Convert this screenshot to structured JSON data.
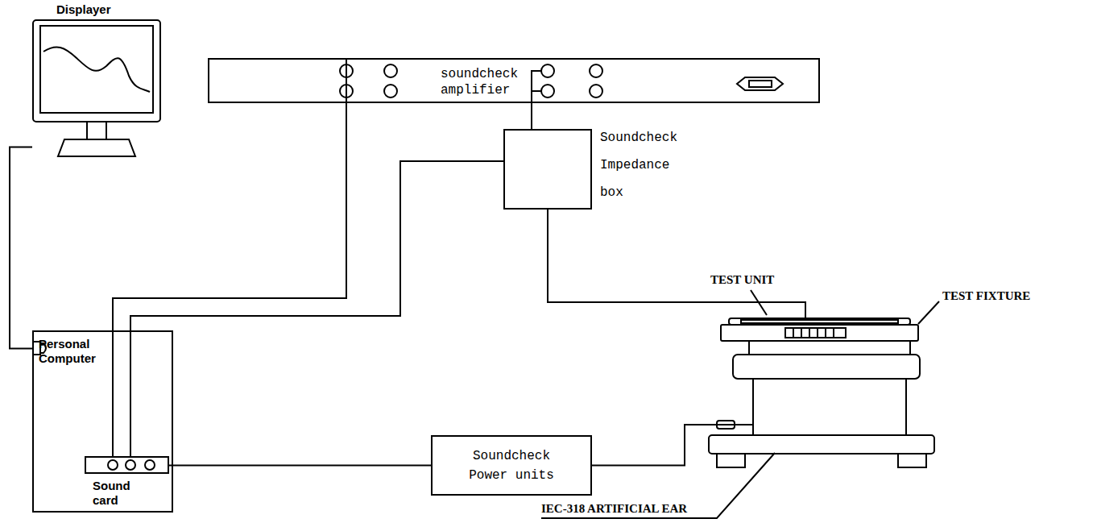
{
  "diagram": {
    "nodes": [
      {
        "text": [
          "Displayer"
        ]
      },
      {
        "text": [
          "soundcheck amplifier"
        ]
      },
      {
        "text": [
          "Soundcheck Impedance box"
        ]
      },
      {
        "text": [
          "Personal Computer"
        ]
      },
      {
        "text": [
          "Sound card"
        ],
        "in": 3
      },
      {
        "text": [
          "Soundcheck Power units"
        ]
      },
      {
        "text": [
          "TEST UNIT",
          "TEST FIXTURE",
          "IEC-318 ARTIFICIAL EAR"
        ]
      }
    ],
    "edges": [
      {
        "from": 4,
        "to": 1,
        "arrow": "none"
      },
      {
        "from": 1,
        "to": 2,
        "arrow": "none"
      },
      {
        "from": 4,
        "to": 2,
        "arrow": "none"
      },
      {
        "from": 2,
        "to": 6,
        "arrow": "none"
      },
      {
        "from": 4,
        "to": 5,
        "arrow": "none"
      },
      {
        "from": 5,
        "to": 6,
        "arrow": "none"
      },
      {
        "from": 3,
        "to": 0,
        "arrow": "none"
      }
    ]
  }
}
